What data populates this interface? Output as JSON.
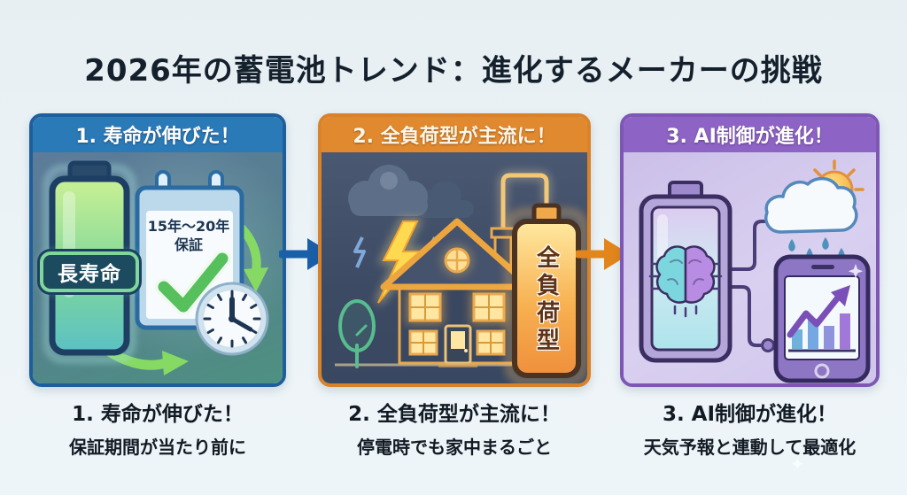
{
  "title": "2026年の蓄電池トレンド：進化するメーカーの挑戦",
  "colors": {
    "background": "#edf4f7",
    "title_text": "#14202c",
    "step1_accent": "#2b7ab8",
    "step2_accent": "#e1892e",
    "step3_accent": "#8d63c5",
    "flow_arrow_blue": "#1b5fa9",
    "flow_arrow_orange": "#e2861c"
  },
  "panels": [
    {
      "header": "1. 寿命が伸びた！",
      "battery_badge": "長寿命",
      "calendar_line1": "15年〜20年",
      "calendar_line2": "保証",
      "icons": [
        "battery-icon",
        "calendar-icon",
        "checkmark-icon",
        "clock-icon",
        "curved-arrow-icon"
      ],
      "caption_title": "1. 寿命が伸びた！",
      "caption_subtitle": "保証期間が当たり前に"
    },
    {
      "header": "2. 全負荷型が主流に！",
      "battery_label": "全負荷型",
      "icons": [
        "storm-cloud-icon",
        "lightning-icon",
        "house-icon",
        "tree-icon",
        "battery-icon",
        "power-line-icon"
      ],
      "caption_title": "2. 全負荷型が主流に！",
      "caption_subtitle": "停電時でも家中まるごと"
    },
    {
      "header": "3. AI制御が進化！",
      "icons": [
        "ai-brain-battery-icon",
        "sun-cloud-rain-icon",
        "smartphone-chart-icon",
        "connector-wire-icon"
      ],
      "caption_title": "3. AI制御が進化！",
      "caption_subtitle": "天気予報と連動して最適化"
    }
  ],
  "flow_arrows": [
    "right-arrow-blue",
    "right-arrow-orange"
  ]
}
